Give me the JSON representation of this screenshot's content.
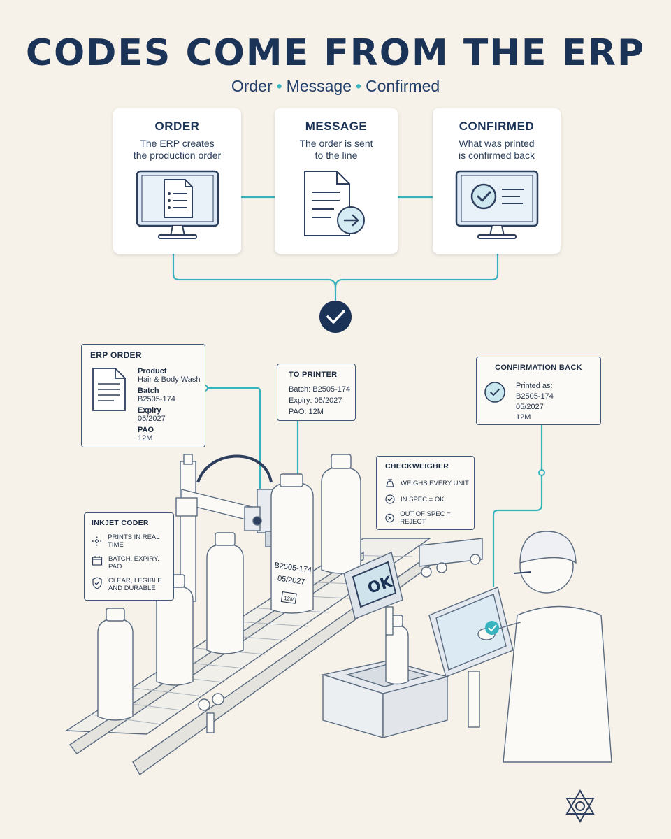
{
  "title": "CODES COME FROM THE ERP",
  "subtitle": {
    "a": "Order",
    "b": "Message",
    "c": "Confirmed",
    "sep": "•"
  },
  "steps": [
    {
      "title": "ORDER",
      "desc1": "The ERP creates",
      "desc2": "the production order",
      "icon": "monitor-document-icon"
    },
    {
      "title": "MESSAGE",
      "desc1": "The order is sent",
      "desc2": "to the line",
      "icon": "document-send-icon"
    },
    {
      "title": "CONFIRMED",
      "desc1": "What was printed",
      "desc2": "is confirmed back",
      "icon": "monitor-check-icon"
    }
  ],
  "erp_order": {
    "title": "ERP ORDER",
    "product_label": "Product",
    "product_value": "Hair & Body Wash",
    "batch_label": "Batch",
    "batch_value": "B2505-174",
    "expiry_label": "Expiry",
    "expiry_value": "05/2027",
    "pao_label": "PAO",
    "pao_value": "12M"
  },
  "to_printer": {
    "title": "TO PRINTER",
    "line1": "Batch: B2505-174",
    "line2": "Expiry: 05/2027",
    "line3": "PAO: 12M"
  },
  "confirmation": {
    "title": "CONFIRMATION BACK",
    "line1": "Printed as:",
    "line2": "B2505-174",
    "line3": "05/2027",
    "line4": "12M"
  },
  "checkweigher": {
    "title": "CHECKWEIGHER",
    "item1": "WEIGHS EVERY UNIT",
    "item2": "IN SPEC = OK",
    "item3": "OUT OF SPEC = REJECT",
    "display": "OK"
  },
  "inkjet": {
    "title": "INKJET CODER",
    "item1": "PRINTS IN REAL TIME",
    "item2a": "BATCH, EXPIRY,",
    "item2b": "PAO",
    "item3a": "CLEAR, LEGIBLE",
    "item3b": "AND DURABLE"
  },
  "bottle_print": {
    "line1": "B2505-174",
    "line2": "05/2027",
    "pao": "12M"
  },
  "colors": {
    "navy": "#1b3357",
    "teal": "#36b3bd",
    "background": "#f6f2ea"
  }
}
